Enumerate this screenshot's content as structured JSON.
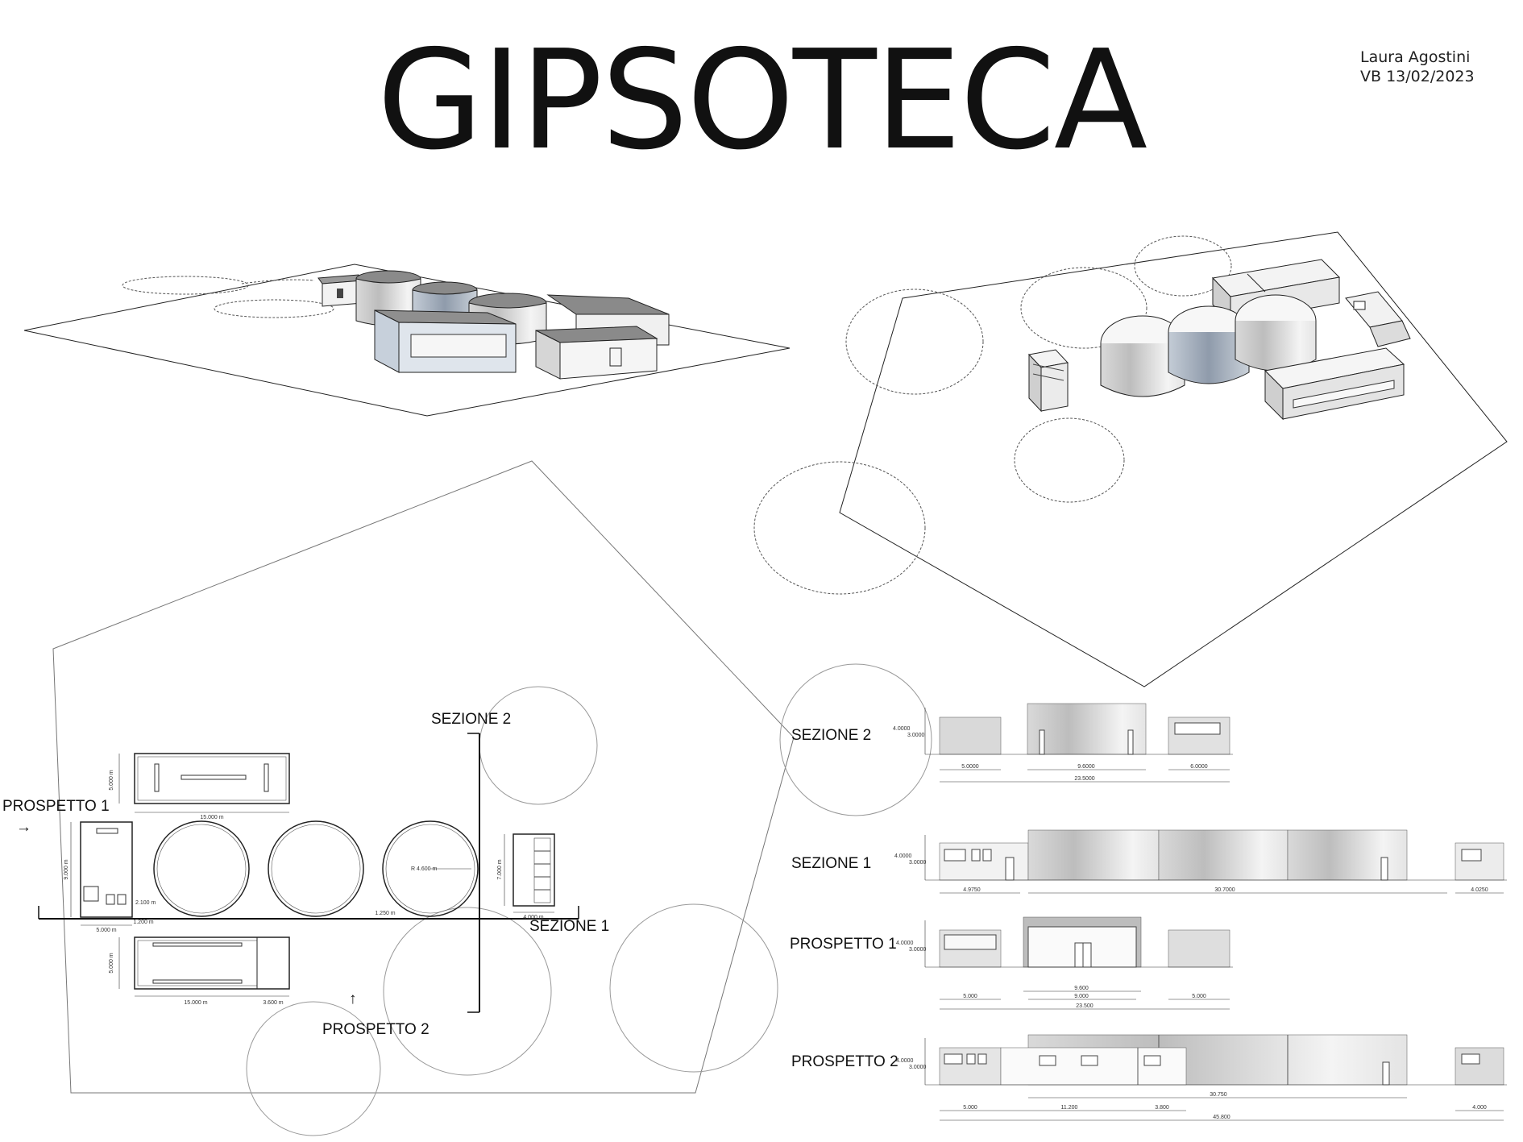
{
  "title": "GIPSOTECA",
  "author": "Laura Agostini",
  "date": "VB 13/02/2023",
  "plan": {
    "labels": {
      "sezione2": "SEZIONE 2",
      "sezione1": "SEZIONE 1",
      "prospetto1": "PROSPETTO 1",
      "prospetto2": "PROSPETTO 2",
      "arrow_right": "→",
      "arrow_up": "↑"
    },
    "dims": {
      "top_h": "5.000 m",
      "top_w": "15.000 m",
      "left_h": "9.000 m",
      "left_w": "5.000 m",
      "gap_w": "1.200 m",
      "small_h": "2.100 m",
      "radius": "R 4.600 m",
      "neck": "1.250 m",
      "right_h": "7.000 m",
      "right_w": "4.000 m",
      "bottom_h": "5.000 m",
      "bottom_w": "15.000 m",
      "bottom_w2": "3.600 m"
    }
  },
  "elevations": {
    "sezione2": {
      "label": "SEZIONE 2",
      "h1": "4.0000",
      "h2": "3.0000",
      "d1": "5.0000",
      "d2": "9.6000",
      "d3": "6.0000",
      "total": "23.5000"
    },
    "sezione1": {
      "label": "SEZIONE 1",
      "h1": "4.0000",
      "h2": "3.0000",
      "d1": "4.9750",
      "d2": "30.7000",
      "d3": "4.0250"
    },
    "prospetto1": {
      "label": "PROSPETTO 1",
      "h1": "4.0000",
      "h2": "3.0000",
      "d1": "5.000",
      "d2": "9.600",
      "d3": "9.000",
      "d4": "5.000",
      "total": "23.500"
    },
    "prospetto2": {
      "label": "PROSPETTO 2",
      "h1": "4.0000",
      "h2": "3.0000",
      "d1": "5.000",
      "d2": "11.200",
      "d3": "3.800",
      "d4": "30.750",
      "d5": "4.000",
      "total": "45.800"
    }
  }
}
